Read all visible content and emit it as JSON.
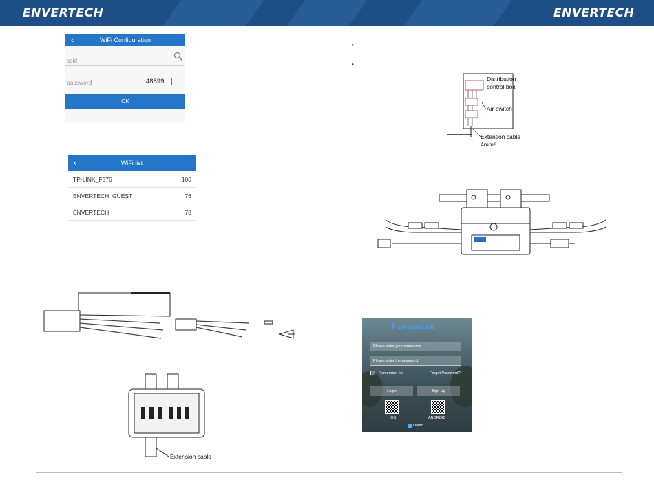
{
  "header": {
    "brand_left": "ENVERTECH",
    "brand_right": "ENVERTECH"
  },
  "wifi_config": {
    "title": "WiFi Configuration",
    "ssid_placeholder": "ssid",
    "password_placeholder": "password",
    "password_value": "48899",
    "ok_label": "OK"
  },
  "wifi_list": {
    "title": "WiFi list",
    "rows": [
      {
        "name": "TP-LINK_F576",
        "signal": "100"
      },
      {
        "name": "ENVERTECH_GUEST",
        "signal": "76"
      },
      {
        "name": "ENVERTECH",
        "signal": "78"
      }
    ]
  },
  "bullets": [
    "•",
    "•"
  ],
  "distribution": {
    "box_label_1": "Distribution",
    "box_label_2": "control box",
    "switch_label": "Air-switch",
    "cable_label_1": "Extention cable",
    "cable_label_2": "4mm²"
  },
  "junction": {
    "cable_label": "Extension cable"
  },
  "app": {
    "brand": "ENVERTECH",
    "username_placeholder": "Please enter your username",
    "password_placeholder": "Please enter the password",
    "remember_label": "Remember Me",
    "forgot_label": "Forget Password?",
    "login_label": "Login",
    "signup_label": "Sign Up",
    "ios_label": "iOS",
    "android_label": "ANDROID",
    "demo_label": "Demo"
  },
  "colors": {
    "banner": "#1d4f86",
    "accent": "#2376c8"
  }
}
